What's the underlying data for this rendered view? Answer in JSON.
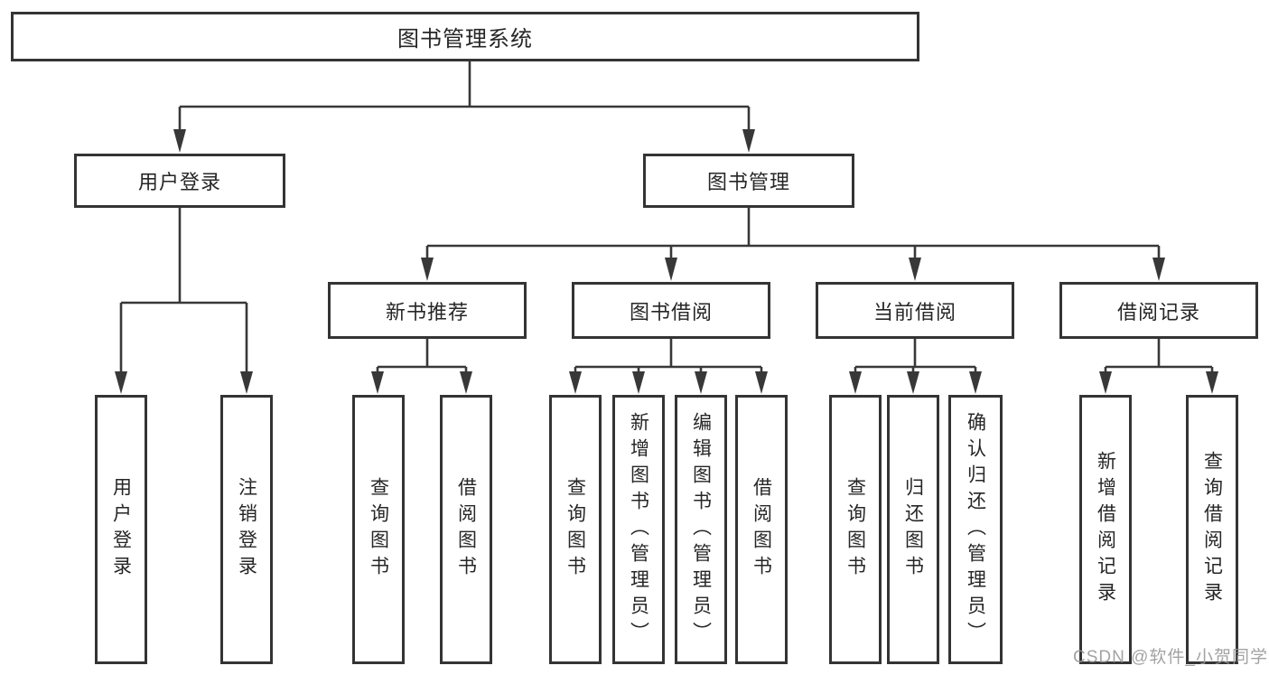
{
  "diagram": {
    "title": "图书管理系统",
    "level2": [
      {
        "label": "用户登录",
        "children": [
          {
            "label": "用户登录"
          },
          {
            "label": "注销登录"
          }
        ]
      },
      {
        "label": "图书管理",
        "children": [
          {
            "label": "新书推荐",
            "children": [
              {
                "label": "查询图书"
              },
              {
                "label": "借阅图书"
              }
            ]
          },
          {
            "label": "图书借阅",
            "children": [
              {
                "label": "查询图书"
              },
              {
                "label": "新增图书（管理员）"
              },
              {
                "label": "编辑图书（管理员）"
              },
              {
                "label": "借阅图书"
              }
            ]
          },
          {
            "label": "当前借阅",
            "children": [
              {
                "label": "查询图书"
              },
              {
                "label": "归还图书"
              },
              {
                "label": "确认归还（管理员）"
              }
            ]
          },
          {
            "label": "借阅记录",
            "children": [
              {
                "label": "新增借阅记录"
              },
              {
                "label": "查询借阅记录"
              }
            ]
          }
        ]
      }
    ]
  },
  "watermark": {
    "text": "CSDN @软件_小贺同学"
  },
  "colors": {
    "line": "#383838",
    "border": "#343434",
    "text": "#262626",
    "watermark": "#969696",
    "background": "#ffffff"
  }
}
